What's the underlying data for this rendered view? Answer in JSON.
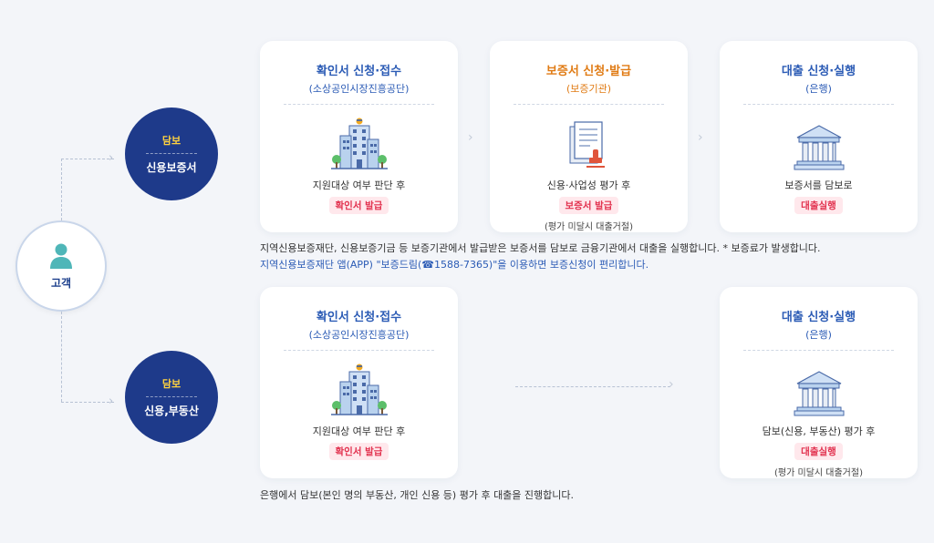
{
  "customer": {
    "label": "고객",
    "icon": "person-icon"
  },
  "row1": {
    "collateral_tag": "담보",
    "collateral_label": "신용보증서",
    "card1": {
      "title": "확인서 신청·접수",
      "sub": "(소상공인시장진흥공단)",
      "desc": "지원대상 여부 판단 후",
      "pill": "확인서 발급",
      "icon": "building-icon"
    },
    "card2": {
      "title": "보증서 신청·발급",
      "sub": "(보증기관)",
      "desc": "신용·사업성 평가 후",
      "pill": "보증서 발급",
      "note": "(평가 미달시 대출거절)",
      "icon": "certificate-stamp-icon"
    },
    "card3": {
      "title": "대출 신청·실행",
      "sub": "(은행)",
      "desc": "보증서를 담보로",
      "pill": "대출실행",
      "icon": "bank-icon"
    },
    "info_line1": "지역신용보증재단, 신용보증기금 등 보증기관에서 발급받은 보증서를 담보로 금융기관에서 대출을 실행합니다. * 보증료가 발생합니다.",
    "info_line2": "지역신용보증재단 앱(APP) \"보증드림(☎1588-7365)\"을 이용하면 보증신청이 편리합니다."
  },
  "row2": {
    "collateral_tag": "담보",
    "collateral_label": "신용,부동산",
    "card1": {
      "title": "확인서 신청·접수",
      "sub": "(소상공인시장진흥공단)",
      "desc": "지원대상 여부 판단 후",
      "pill": "확인서 발급",
      "icon": "building-icon"
    },
    "card3": {
      "title": "대출 신청·실행",
      "sub": "(은행)",
      "desc": "담보(신용, 부동산) 평가 후",
      "pill": "대출실행",
      "note": "(평가 미달시 대출거절)",
      "icon": "bank-icon"
    },
    "info_line1": "은행에서 담보(본인 명의 부동산, 개인 신용 등) 평가 후 대출을 진행합니다."
  },
  "colors": {
    "navy": "#1e3a8a",
    "blue": "#2b5bb5",
    "orange": "#e07b14",
    "pink_text": "#e2324f",
    "pink_bg": "#ffe8ec",
    "yellow": "#ffd23f"
  }
}
